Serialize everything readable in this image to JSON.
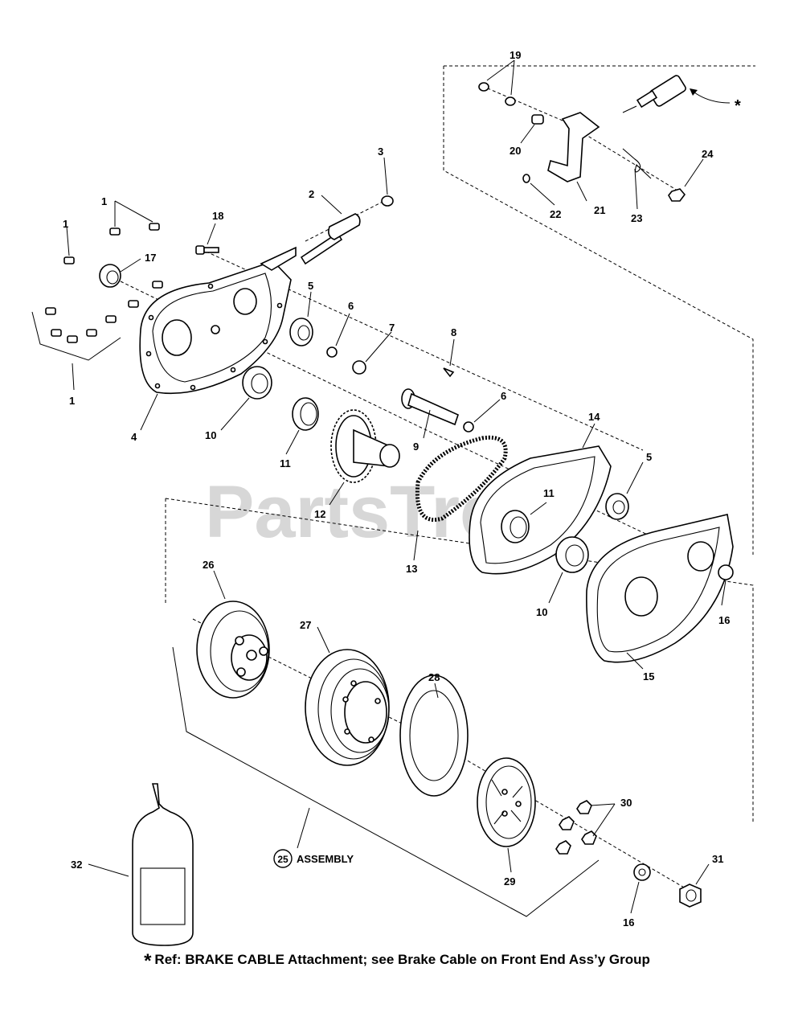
{
  "watermark": "PartsTree",
  "labels": {
    "p1": "1",
    "p2": "2",
    "p3": "3",
    "p4": "4",
    "p5": "5",
    "p6": "6",
    "p7": "7",
    "p8": "8",
    "p9": "9",
    "p10": "10",
    "p11": "11",
    "p12": "12",
    "p13": "13",
    "p14": "14",
    "p15": "15",
    "p16": "16",
    "p17": "17",
    "p18": "18",
    "p19": "19",
    "p20": "20",
    "p21": "21",
    "p22": "22",
    "p23": "23",
    "p24": "24",
    "p26": "26",
    "p27": "27",
    "p28": "28",
    "p29": "29",
    "p30": "30",
    "p31": "31",
    "p32": "32",
    "star": "*"
  },
  "assembly": {
    "number": "25",
    "text": "ASSEMBLY"
  },
  "footnote": {
    "star": "*",
    "text": "Ref: BRAKE CABLE Attachment; see Brake Cable on Front End Ass’y Group"
  }
}
